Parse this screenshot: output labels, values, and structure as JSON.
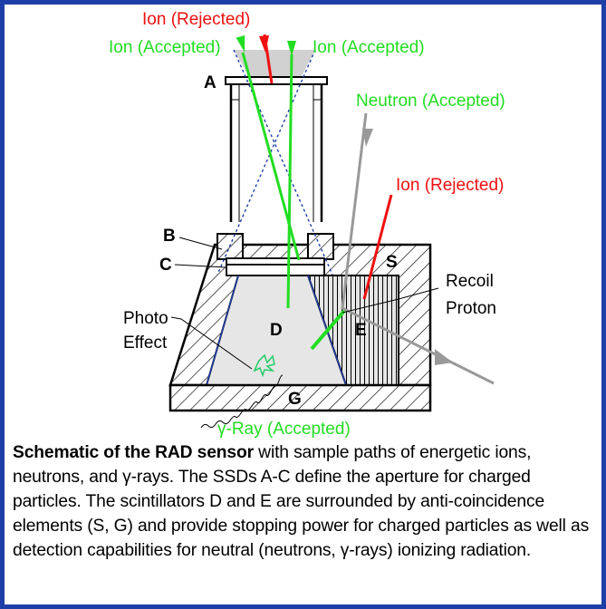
{
  "colors": {
    "border": "#1f3fa8",
    "accepted": "#22dd22",
    "rejected": "#ee1111",
    "neutron": "#999999",
    "aperture_dotted": "#1f3fa8",
    "scintillator_fill": "#e6e6e6"
  },
  "labels": {
    "ion_rejected_top": "Ion (Rejected)",
    "ion_accepted_left": "Ion (Accepted)",
    "ion_accepted_right": "Ion (Accepted)",
    "neutron_accepted": "Neutron (Accepted)",
    "ion_rejected_right": "Ion (Rejected)",
    "recoil": "Recoil",
    "proton": "Proton",
    "photo": "Photo",
    "effect": "Effect",
    "gamma_ray": "γ-Ray (Accepted)",
    "a": "A",
    "b": "B",
    "c": "C",
    "d": "D",
    "e": "E",
    "s": "S",
    "g": "G"
  },
  "caption": {
    "bold": "Schematic of the RAD sensor",
    "text": " with sample paths of energetic ions, neutrons, and γ-rays. The SSDs A-C define the aperture for charged particles. The scintillators D and E are surrounded by anti-coincidence elements (S, G) and provide stopping power for charged particles as well as detection capabilities for neutral (neutrons, γ-rays) ionizing radiation."
  }
}
